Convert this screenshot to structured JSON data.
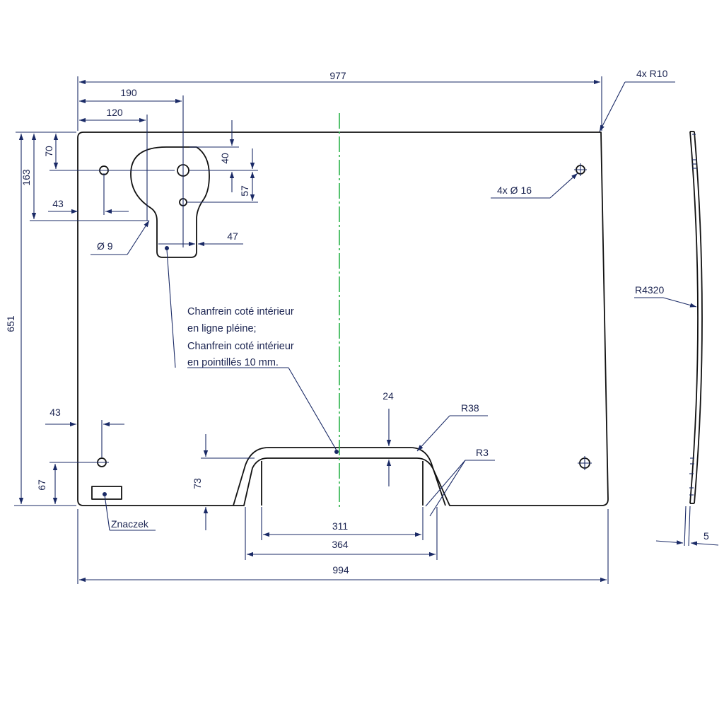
{
  "colors": {
    "outline": "#111111",
    "dimension": "#1a2a66",
    "center_line": "#2bb34a"
  },
  "dims": {
    "width_top": "977",
    "corner_radius": "4x R10",
    "d190": "190",
    "d120": "120",
    "d70": "70",
    "d163": "163",
    "d40": "40",
    "d57": "57",
    "d43_top": "43",
    "d47": "47",
    "hole_dia": "Ø 9",
    "holes_4x": "4x Ø 16",
    "r4320": "R4320",
    "height_651": "651",
    "d43_bottom": "43",
    "d67": "67",
    "d73": "73",
    "d24": "24",
    "r38": "R38",
    "r3": "R3",
    "d311": "311",
    "d364": "364",
    "width_bottom": "994",
    "thickness": "5"
  },
  "notes": {
    "line1": "Chanfrein coté intérieur",
    "line2": "en ligne pléine;",
    "line3": "Chanfrein coté intérieur",
    "line4": "en pointillés 10 mm."
  },
  "label": {
    "mark": "Znaczek"
  }
}
